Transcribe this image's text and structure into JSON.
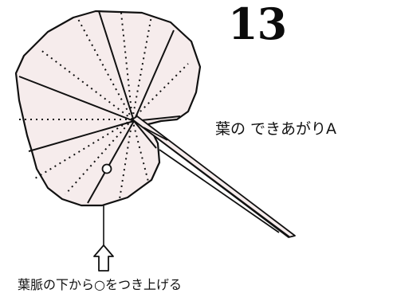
{
  "step_number": "13",
  "result_caption": "葉の できあがりA",
  "instruction_caption": "葉脈の下から○をつき上げる",
  "colors": {
    "paper_fill": "#f6ecec",
    "ink": "#111111"
  }
}
